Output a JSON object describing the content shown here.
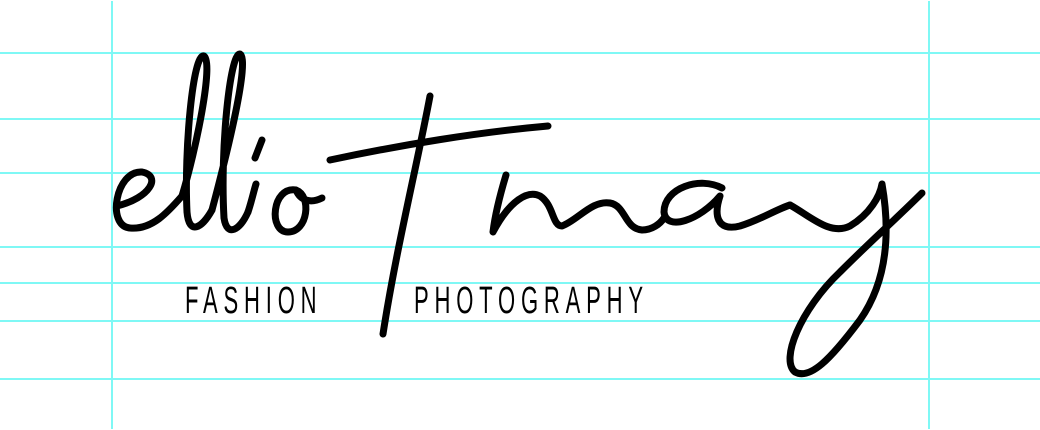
{
  "logo": {
    "wordmark": "elliot may",
    "tagline_left": "FASHION",
    "tagline_right": "PHOTOGRAPHY"
  },
  "colors": {
    "ink": "#000000",
    "guide": "#7ff8f5",
    "background": "#ffffff"
  }
}
